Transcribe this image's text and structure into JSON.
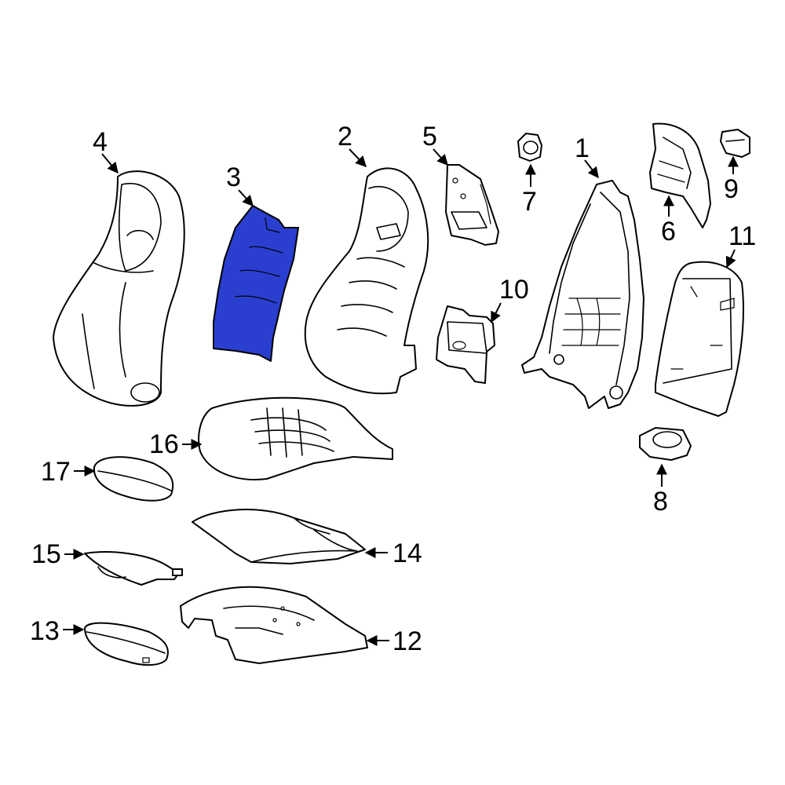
{
  "diagram": {
    "highlight_color": "#2a3fd0",
    "line_color": "#000000",
    "background": "#ffffff",
    "highlighted_part": "3",
    "callouts": [
      {
        "id": "1",
        "label": "1"
      },
      {
        "id": "2",
        "label": "2"
      },
      {
        "id": "3",
        "label": "3"
      },
      {
        "id": "4",
        "label": "4"
      },
      {
        "id": "5",
        "label": "5"
      },
      {
        "id": "6",
        "label": "6"
      },
      {
        "id": "7",
        "label": "7"
      },
      {
        "id": "8",
        "label": "8"
      },
      {
        "id": "9",
        "label": "9"
      },
      {
        "id": "10",
        "label": "10"
      },
      {
        "id": "11",
        "label": "11"
      },
      {
        "id": "12",
        "label": "12"
      },
      {
        "id": "13",
        "label": "13"
      },
      {
        "id": "14",
        "label": "14"
      },
      {
        "id": "15",
        "label": "15"
      },
      {
        "id": "16",
        "label": "16"
      },
      {
        "id": "17",
        "label": "17"
      }
    ]
  }
}
